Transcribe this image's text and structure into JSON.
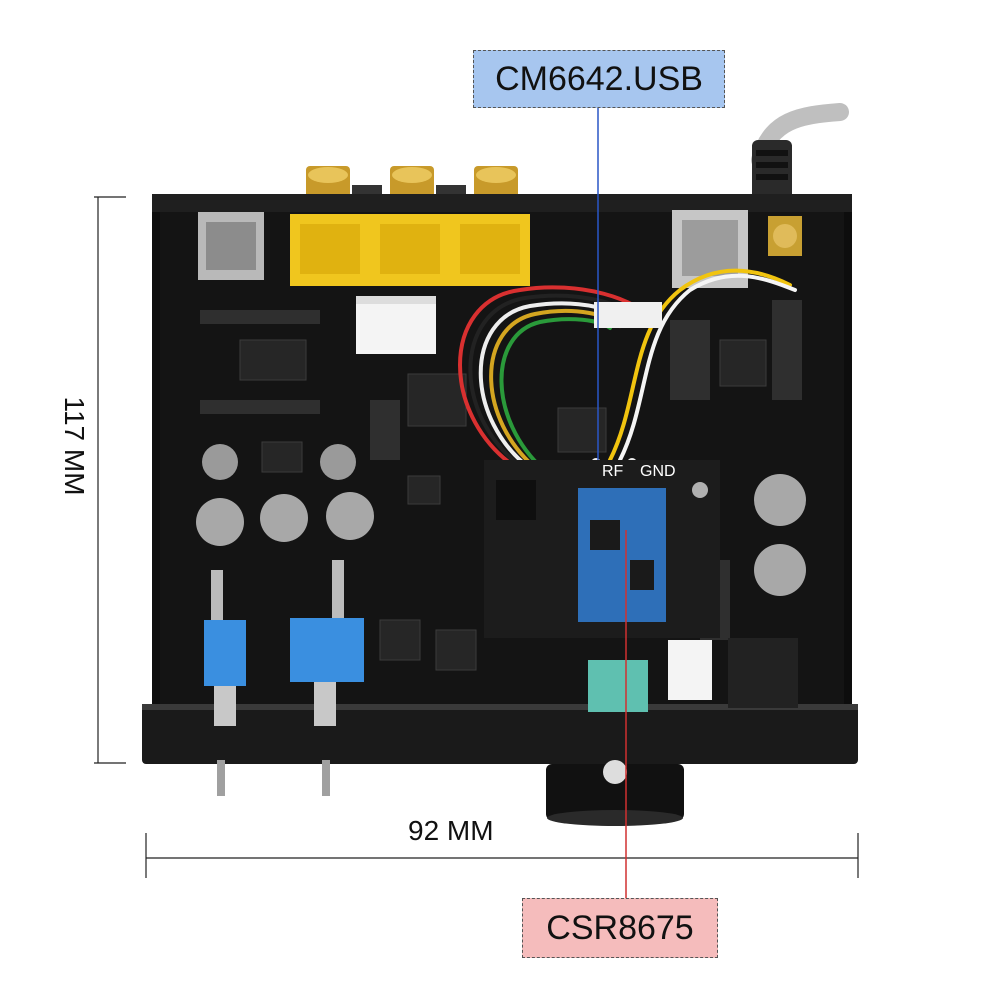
{
  "photo": {
    "subject": "",
    "callouts": {
      "usb_chip": "CM6642.USB",
      "bluetooth_module": "CSR8675"
    },
    "dimensions": {
      "width": "92 MM",
      "height": "117 MM"
    },
    "board_labels": {
      "rf": "RF",
      "gnd": "GND"
    },
    "colors": {
      "background": "#ffffff",
      "board": "#0d0d0d",
      "rca_yellow": "#f0c61e",
      "usb_callout_bg": "#a7c6ef",
      "usb_callout_line": "#2a56c6",
      "bt_callout_bg": "#f5bcbc",
      "bt_callout_line": "#d03030",
      "toggle_blue": "#3a8fe0",
      "bt_module_blue": "#2e6fb8"
    }
  }
}
